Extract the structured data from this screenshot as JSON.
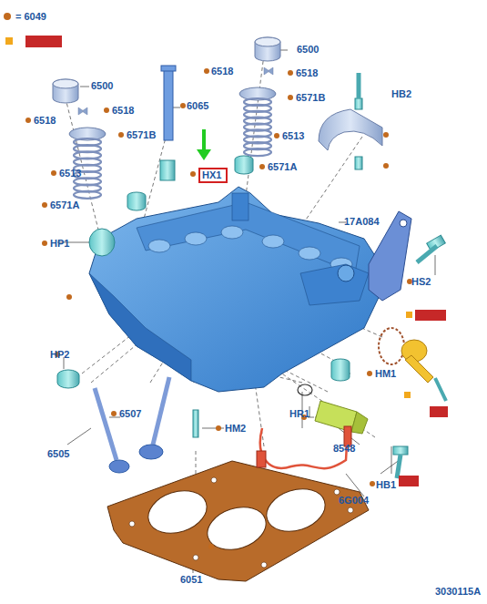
{
  "diagram": {
    "nodes": [
      {
        "text": [
          "HX1"
        ]
      }
    ],
    "labels": [
      "6500",
      "6518",
      "6518",
      "6571B",
      "6513",
      "6571A",
      "6065",
      "6518",
      "6518",
      "6500",
      "6571B",
      "6513",
      "6571A",
      "HB2",
      "HP1",
      "17A084",
      "HS2",
      "HP2",
      "HM1",
      "6507",
      "HR1",
      "6505",
      "HM2",
      "8548",
      "HB1",
      "6G004",
      "6051",
      "3030115A"
    ],
    "legend": [
      {
        "text": "= 6049",
        "color": "#c26a1e"
      }
    ]
  }
}
